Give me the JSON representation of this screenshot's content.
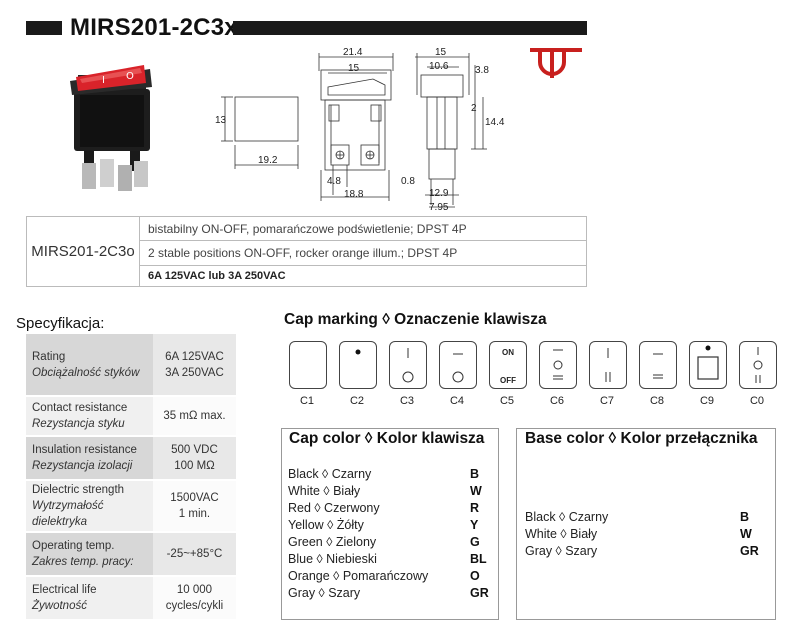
{
  "title": "MIRS201-2C3x",
  "dimensions": {
    "d1": "21.4",
    "d2": "15",
    "d3": "15",
    "d4": "10.6",
    "d5": "3.8",
    "d6": "2",
    "d7": "14.4",
    "d8": "13",
    "d9": "19.2",
    "d10": "4.8",
    "d11": "18.8",
    "d12": "0.8",
    "d13": "12.9",
    "d14": "7.95"
  },
  "photo": {
    "rocker_mark_i": "I",
    "rocker_mark_o": "O"
  },
  "model": {
    "name": "MIRS201-2C3o",
    "desc_pl": "bistabilny ON-OFF, pomarańczowe podświetlenie; DPST 4P",
    "desc_en": "2 stable positions ON-OFF, rocker orange illum.; DPST 4P",
    "rating": "6A 125VAC lub 3A 250VAC"
  },
  "spec": {
    "title": "Specyfikacja:",
    "rows": [
      {
        "label_en": "Rating",
        "label_pl": "Obciążalność styków",
        "value1": "6A 125VAC",
        "value2": "3A 250VAC"
      },
      {
        "label_en": "Contact resistance",
        "label_pl": "Rezystancja styku",
        "value1": "35 mΩ max.",
        "value2": ""
      },
      {
        "label_en": "Insulation resistance",
        "label_pl": "Rezystancja izolacji",
        "value1": "500 VDC",
        "value2": "100 MΩ"
      },
      {
        "label_en": "Dielectric strength",
        "label_pl": "Wytrzymałość dielektryka",
        "value1": "1500VAC",
        "value2": "1 min."
      },
      {
        "label_en": "Operating temp.",
        "label_pl": "Zakres temp. pracy:",
        "value1": "-25~+85°C",
        "value2": ""
      },
      {
        "label_en": "Electrical life",
        "label_pl": "Żywotność",
        "value1": "10 000",
        "value2": "cycles/cykli"
      }
    ]
  },
  "cap_marking": {
    "title": "Cap marking ◊ Oznaczenie klawisza",
    "codes": [
      "C1",
      "C2",
      "C3",
      "C4",
      "C5",
      "C6",
      "C7",
      "C8",
      "C9",
      "C0"
    ],
    "on_text": "ON",
    "off_text": "OFF"
  },
  "cap_color": {
    "title": "Cap color ◊ Kolor klawisza",
    "items": [
      {
        "name": "Black ◊ Czarny",
        "code": "B"
      },
      {
        "name": "White ◊ Biały",
        "code": "W"
      },
      {
        "name": "Red ◊ Czerwony",
        "code": "R"
      },
      {
        "name": "Yellow ◊ Żółty",
        "code": "Y"
      },
      {
        "name": "Green ◊ Zielony",
        "code": "G"
      },
      {
        "name": "Blue ◊ Niebieski",
        "code": "BL"
      },
      {
        "name": "Orange ◊ Pomarańczowy",
        "code": "O"
      },
      {
        "name": "Gray ◊ Szary",
        "code": "GR"
      }
    ]
  },
  "base_color": {
    "title": "Base color ◊ Kolor przełącznika",
    "items": [
      {
        "name": "Black ◊ Czarny",
        "code": "B"
      },
      {
        "name": "White ◊ Biały",
        "code": "W"
      },
      {
        "name": "Gray ◊ Szary",
        "code": "GR"
      }
    ]
  },
  "colors": {
    "brand_red": "#c8201e",
    "bar": "#1a1a1a",
    "rocker": "#d9232a"
  }
}
